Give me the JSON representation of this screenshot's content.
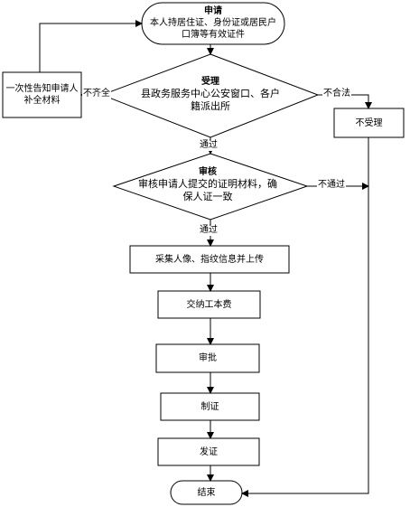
{
  "diagram": {
    "start": {
      "title": "申请",
      "body": "本人持居住证、身份证或居民户口簿等有效证件"
    },
    "accept": {
      "title": "受理",
      "body": "县政务服务中心公安窗口、各户籍派出所"
    },
    "supplement": {
      "text": "一次性告知申请人补全材料"
    },
    "reject": {
      "text": "不受理"
    },
    "review": {
      "title": "审核",
      "body": "审核申请人提交的证明材料，确保人证一致"
    },
    "collect": {
      "text": "采集人像、指纹信息并上传"
    },
    "fee": {
      "text": "交纳工本费"
    },
    "approve": {
      "text": "审批"
    },
    "produce": {
      "text": "制证"
    },
    "issue": {
      "text": "发证"
    },
    "end": {
      "text": "结束"
    },
    "labels": {
      "incomplete": "不齐全",
      "illegal": "不合法",
      "pass1": "通过",
      "pass2": "通过",
      "fail": "不通过"
    }
  }
}
